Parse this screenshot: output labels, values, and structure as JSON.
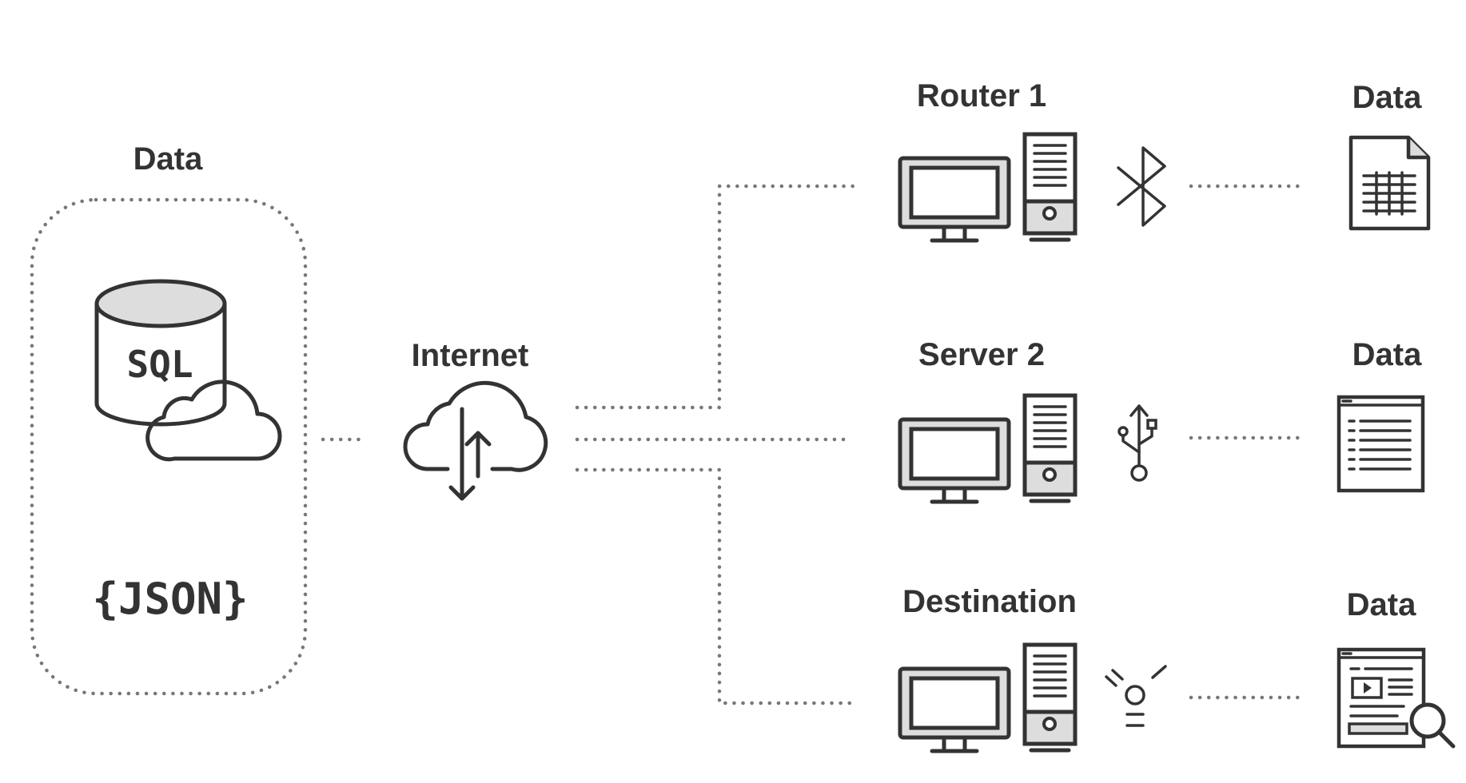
{
  "source": {
    "label": "Data",
    "database_text": "SQL",
    "json_text": "{JSON}",
    "database_icon": "database-cylinder-icon",
    "cloud_icon": "cloud-icon"
  },
  "internet": {
    "label": "Internet",
    "icon": "cloud-transfer-icon"
  },
  "nodes": [
    {
      "label": "Router 1",
      "connection_icon": "bluetooth-icon",
      "data_label": "Data",
      "data_icon": "spreadsheet-document-icon"
    },
    {
      "label": "Server 2",
      "connection_icon": "usb-icon",
      "data_label": "Data",
      "data_icon": "web-page-list-icon"
    },
    {
      "label": "Destination",
      "connection_icon": "wireless-signal-icon",
      "data_label": "Data",
      "data_icon": "web-page-search-icon"
    }
  ],
  "colors": {
    "stroke": "#333333",
    "fill_light": "#dddddd",
    "dotted_line": "#777777",
    "background": "#ffffff"
  }
}
